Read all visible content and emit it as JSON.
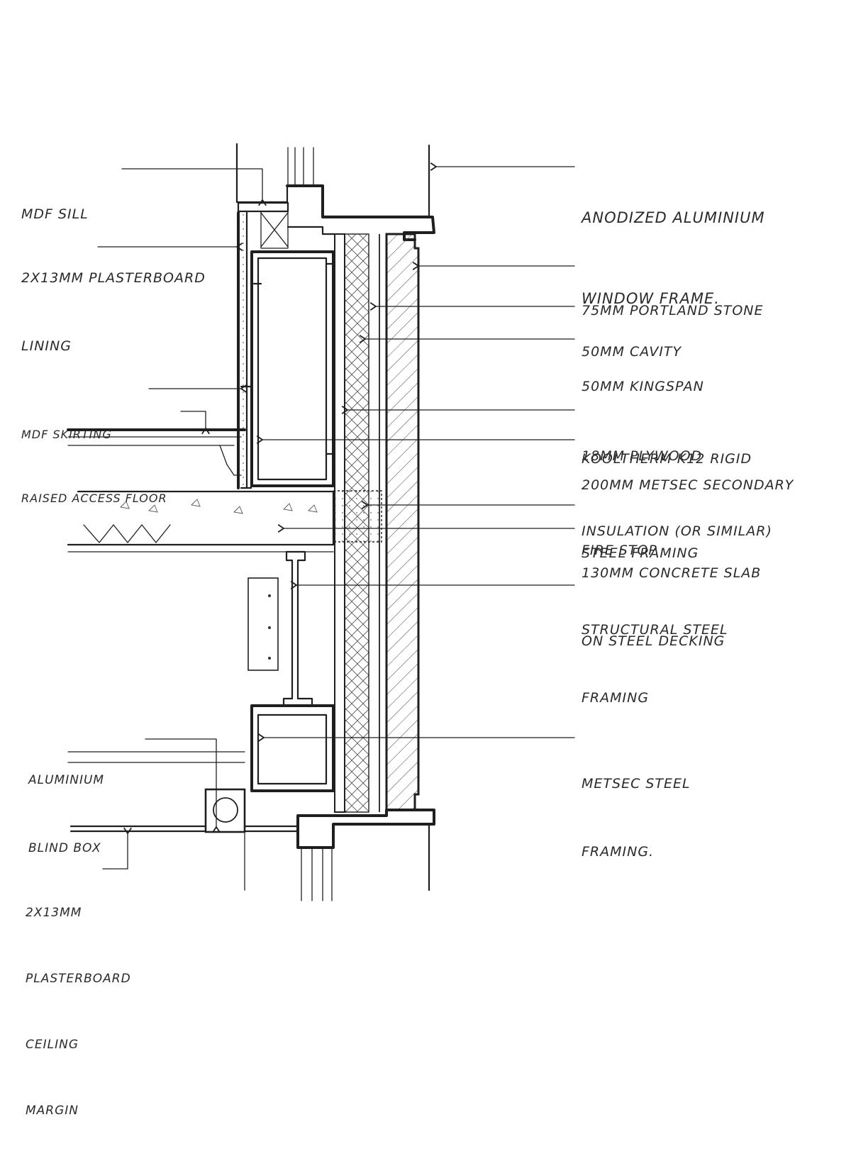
{
  "drawing": {
    "labels_left": [
      {
        "id": "mdf-sill",
        "lines": [
          "MDF SILL"
        ]
      },
      {
        "id": "plasterboard-lining",
        "lines": [
          "2X13mm PLASTERBOARD",
          "LINING"
        ]
      },
      {
        "id": "mdf-skirting",
        "lines": [
          "MDF SKIRTING",
          "RAISED ACCESS FLOOR"
        ]
      },
      {
        "id": "plasterboard-ceiling",
        "lines": [
          "2X13mm",
          "PLASTERBOARD",
          "CEILING",
          "MARGIN"
        ]
      },
      {
        "id": "blind-box",
        "lines": [
          "ALUMINIUM",
          "BLIND BOX"
        ]
      }
    ],
    "labels_right": [
      {
        "id": "window-frame",
        "lines": [
          "ANODIZED ALUMINIUM",
          "WINDOW FRAME."
        ]
      },
      {
        "id": "portland-stone",
        "lines": [
          "75mm PORTLAND STONE"
        ]
      },
      {
        "id": "cavity",
        "lines": [
          "50mm CAVITY"
        ]
      },
      {
        "id": "kingspan",
        "lines": [
          "50mm KINGSPAN",
          "KOOLTHERM K12 RIGID",
          "INSULATION (OR SIMILAR)"
        ]
      },
      {
        "id": "plywood",
        "lines": [
          "18mm PLYWOOD"
        ]
      },
      {
        "id": "metsec-secondary",
        "lines": [
          "200mm METSEC SECONDARY",
          "STEEL FRAMING"
        ]
      },
      {
        "id": "fire-stop",
        "lines": [
          "FIRE STOP"
        ]
      },
      {
        "id": "concrete-slab",
        "lines": [
          "130mm CONCRETE SLAB",
          "ON STEEL DECKING"
        ]
      },
      {
        "id": "structural-steel",
        "lines": [
          "STRUCTURAL STEEL",
          "FRAMING"
        ]
      },
      {
        "id": "metsec-framing",
        "lines": [
          "METSEC STEEL",
          "FRAMING."
        ]
      }
    ]
  }
}
